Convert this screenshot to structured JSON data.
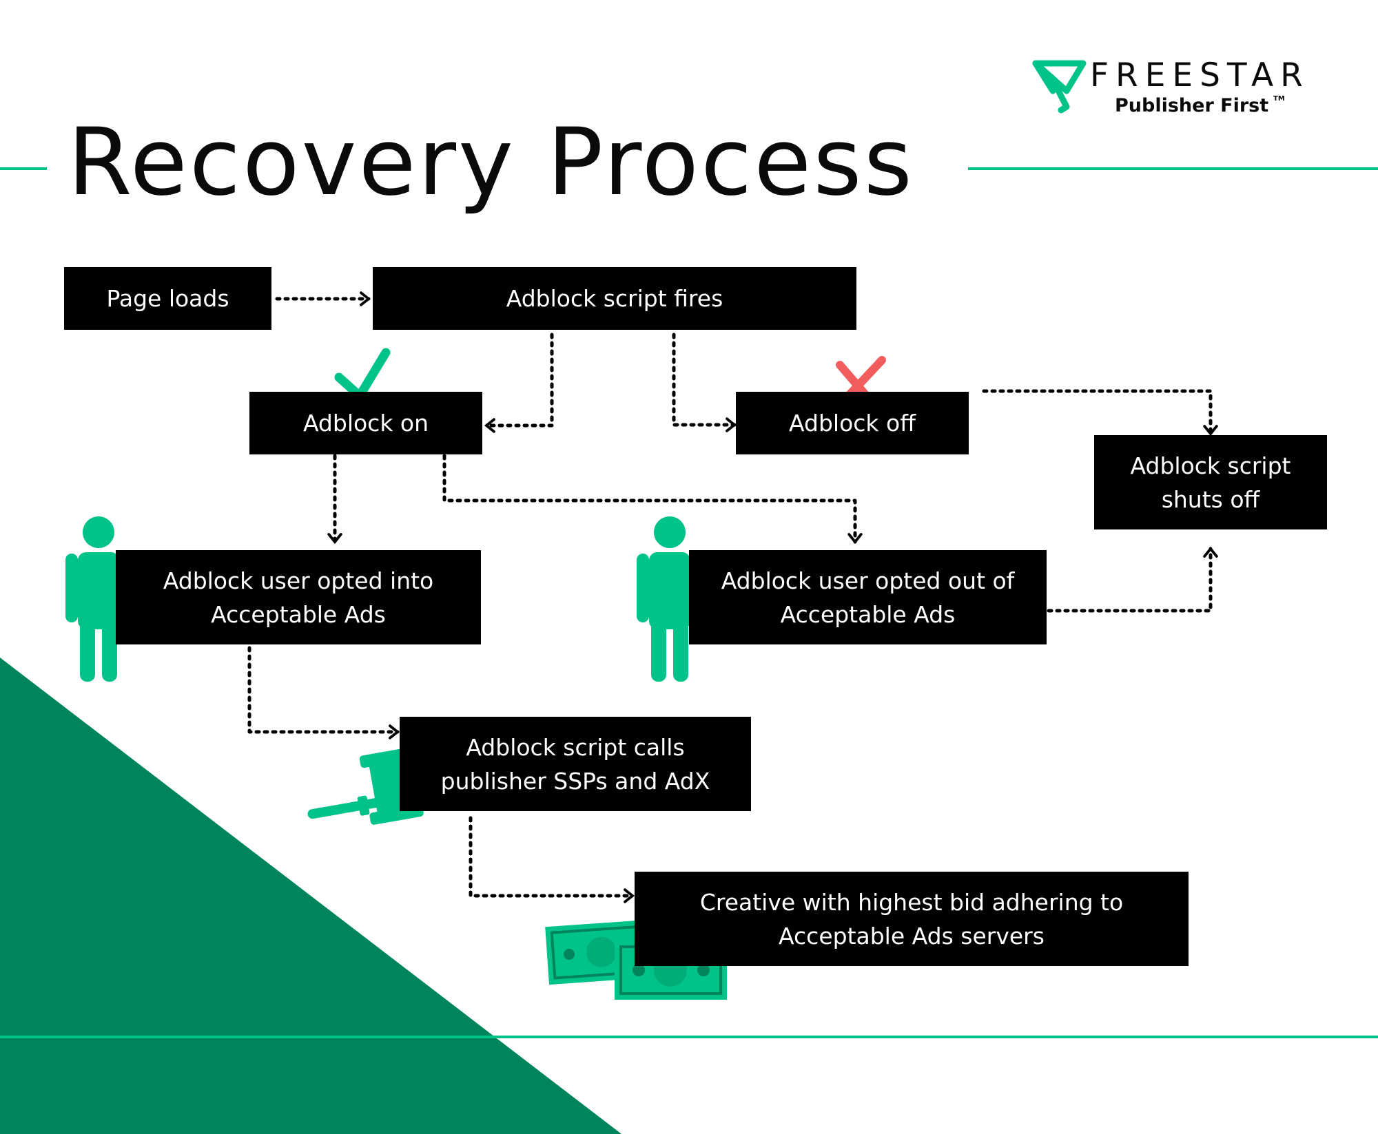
{
  "title": "Recovery Process",
  "brand": {
    "name": "FREESTAR",
    "tagline": "Publisher First",
    "tm": "TM",
    "accent_color": "#00c389",
    "dark_green": "#00845c"
  },
  "nodes": {
    "page_loads": "Page loads",
    "adblock_script_fires": "Adblock script fires",
    "adblock_on": "Adblock on",
    "adblock_off": "Adblock off",
    "adblock_script_shuts_off": "Adblock script\nshuts off",
    "opted_into": "Adblock user opted into\nAcceptable Ads",
    "opted_out": "Adblock user opted out of\nAcceptable Ads",
    "calls_ssps": "Adblock script calls\npublisher SSPs and AdX",
    "creative": "Creative with highest bid adhering to\nAcceptable Ads servers"
  },
  "icons": [
    "checkmark-icon",
    "x-mark-icon",
    "person-icon",
    "gavel-icon",
    "money-icon"
  ],
  "colors": {
    "node_bg": "#000000",
    "node_text": "#ffffff",
    "check": "#00c389",
    "cross": "#f25c5c"
  }
}
